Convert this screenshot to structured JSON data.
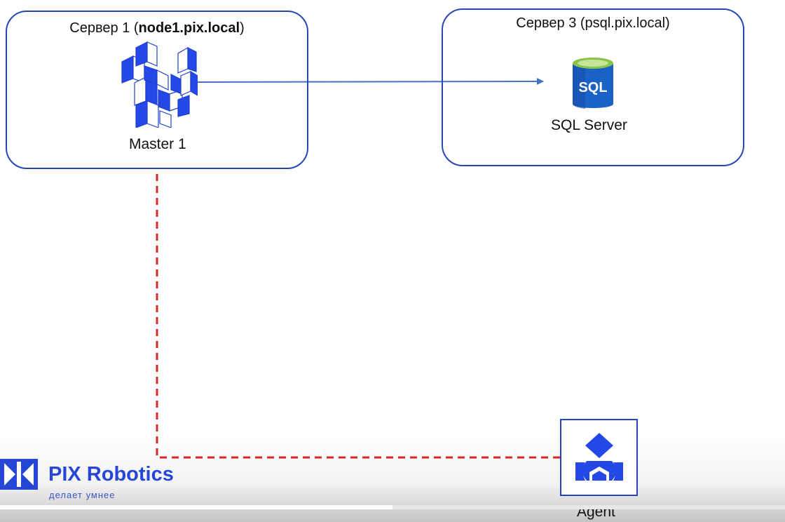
{
  "server1": {
    "title_prefix": "Сервер 1 (",
    "title_host": "node1.pix.local",
    "title_suffix": ")",
    "node_label": "Master 1",
    "node_icon": "pix-master-icon"
  },
  "server3": {
    "title": "Сервер 3 (psql.pix.local)",
    "node_label": "SQL Server",
    "node_icon": "sql-database-icon",
    "icon_text": "SQL"
  },
  "agent": {
    "label": "Agent",
    "icon": "agent-icon"
  },
  "logo": {
    "name": "PIX Robotics",
    "tagline": "делает умнее"
  },
  "colors": {
    "box_border": "#2647b8",
    "arrow": "#4472c4",
    "dashed_link": "#d62828",
    "brand_blue": "#2647d6"
  },
  "video_progress": {
    "played_fraction": 0.5
  }
}
